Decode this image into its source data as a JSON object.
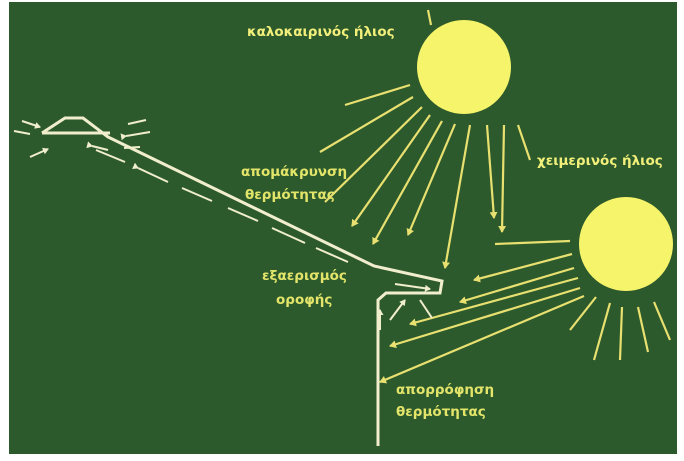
{
  "colors": {
    "background": "#2d5a2c",
    "sun": "#f6f46a",
    "rays": "#e8e070",
    "roof_lines": "#f1eecd",
    "label_text": "#e3e56a"
  },
  "labels": {
    "summer_sun": "καλοκαιρινός ήλιος",
    "winter_sun": "χειμερινός ήλιος",
    "heat_removal_line1": "απομάκρυνση",
    "heat_removal_line2": "θερμότητας",
    "roof_ventilation_line1": "εξαερισμός",
    "roof_ventilation_line2": "οροφής",
    "heat_absorption_line1": "απορρόφηση",
    "heat_absorption_line2": "θερμότητας"
  },
  "icons": [
    "summer-sun-icon",
    "winter-sun-icon",
    "sun-ray-arrows",
    "airflow-arrows",
    "roof-outline"
  ]
}
